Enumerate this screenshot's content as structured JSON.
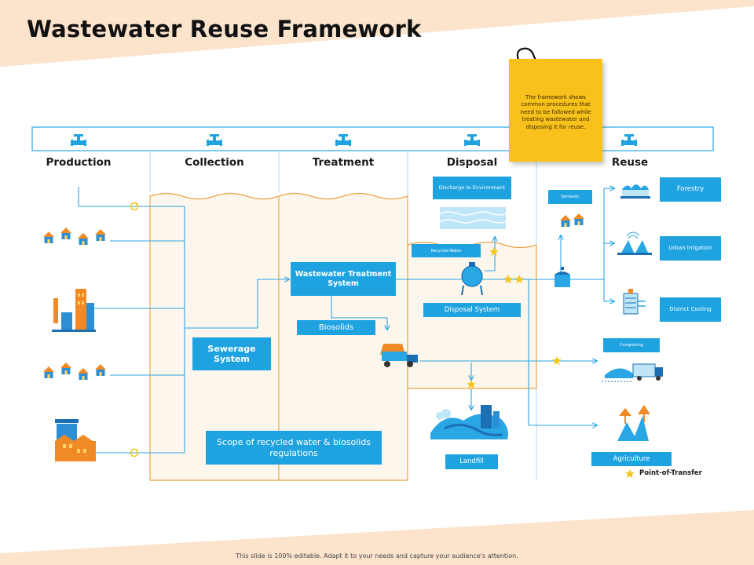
{
  "title": "Wastewater Reuse Framework",
  "stages": [
    "Production",
    "Collection",
    "Treatment",
    "Disposal",
    "Reuse"
  ],
  "note": "The framework shows common procedures that need to be followed while treating wastewater and disposing it for reuse.",
  "boxes": {
    "sewerage": "Sewerage System",
    "treatment_system": "Wastewater Treatment System",
    "biosolids": "Biosolids",
    "scope": "Scope of recycled water & biosolids regulations",
    "discharge": "Discharge to Environment",
    "recycled_water": "Recycled Water",
    "disposal_system": "Disposal System",
    "landfill": "Landfill",
    "domestic": "Domestic",
    "forestry": "Forestry",
    "urban_irrigation": "Urban Irrigation",
    "district_cooling": "District Cooling",
    "composting": "Composting",
    "agriculture": "Agriculture"
  },
  "legend": {
    "label": "Point-of-Transfer",
    "color": "#f5c518"
  },
  "footer": "This slide is 100% editable. Adapt it to your needs and capture your audience's attention.",
  "colors": {
    "blue": "#1fa3e0",
    "orange": "#e8a54b",
    "peach": "#fbe3cc",
    "yellow": "#f5c518"
  }
}
